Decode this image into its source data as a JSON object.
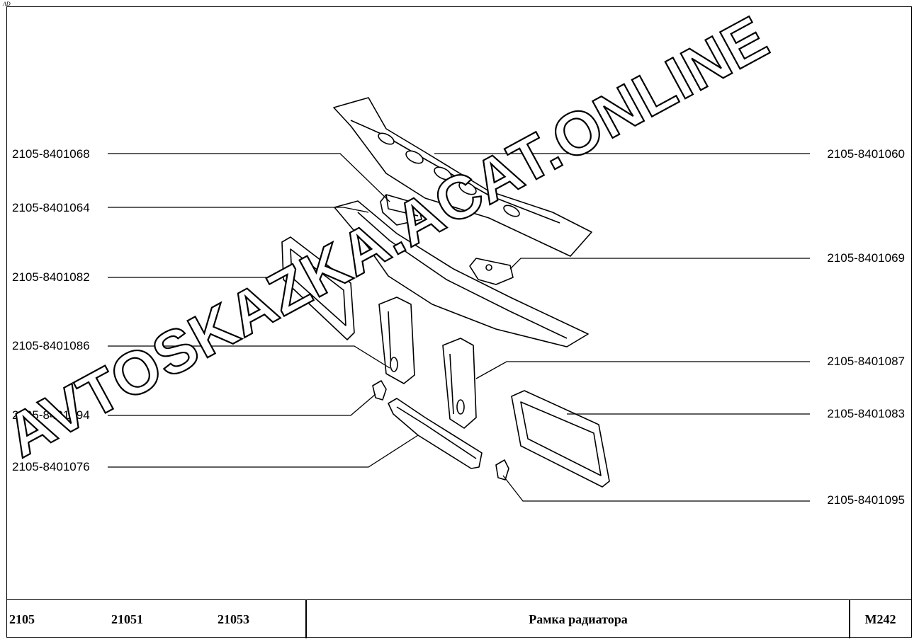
{
  "corner_mark": "AD",
  "labels_left": [
    {
      "code": "2105-8401068"
    },
    {
      "code": "2105-8401064"
    },
    {
      "code": "2105-8401082"
    },
    {
      "code": "2105-8401086"
    },
    {
      "code": "2105-8401094"
    },
    {
      "code": "2105-8401076"
    }
  ],
  "labels_right": [
    {
      "code": "2105-8401060"
    },
    {
      "code": "2105-8401069"
    },
    {
      "code": "2105-8401087"
    },
    {
      "code": "2105-8401083"
    },
    {
      "code": "2105-8401095"
    }
  ],
  "title_block": {
    "models": [
      "2105",
      "21051",
      "21053"
    ],
    "title": "Рамка радиатора",
    "sheet": "M242"
  },
  "watermark": {
    "text": "AVTOSKAZKA.ACAT.ONLINE",
    "color": "#ffffff",
    "stroke": "#000000"
  }
}
